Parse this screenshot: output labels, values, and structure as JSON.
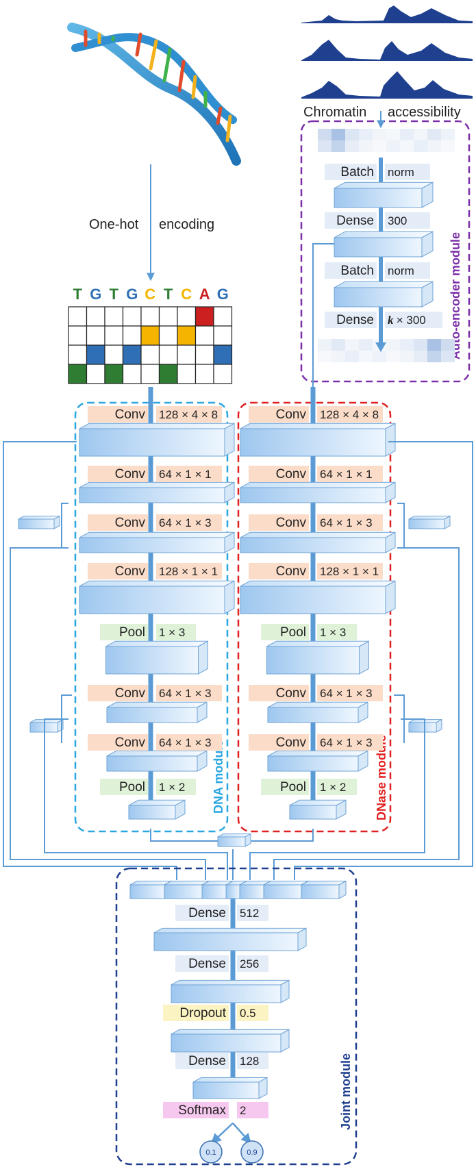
{
  "inputs": {
    "one_hot_label_left": "One-hot",
    "one_hot_label_right": "encoding",
    "sequence": [
      "T",
      "G",
      "T",
      "G",
      "C",
      "T",
      "C",
      "A",
      "G"
    ],
    "chromatin_left": "Chromatin",
    "chromatin_right": "accessibility"
  },
  "colors": {
    "T": "#2e7d32",
    "G": "#2e6fb5",
    "C": "#f5b400",
    "A": "#cc1f1f",
    "dna_border": "#2aa6e0",
    "dnase_border": "#e02020",
    "autoenc_border": "#7b2fa8",
    "joint_border": "#1f3f8f",
    "conv_bg": "#fbdcc8",
    "pool_bg": "#dff2d8",
    "dense_bg": "#e3ecf7",
    "dropout_bg": "#fcf3c2",
    "softmax_bg": "#f6c8ef",
    "arrow": "#5b9bd5"
  },
  "autoencoder": {
    "title": "Auto-encoder module",
    "layers": [
      {
        "a": "Batch",
        "b": "norm"
      },
      {
        "a": "Dense",
        "b": "300"
      },
      {
        "a": "Batch",
        "b": "norm"
      },
      {
        "a": "Dense",
        "b_italic": "k",
        "b": "× 300"
      }
    ]
  },
  "dna_module": {
    "title": "DNA  module",
    "layers": [
      {
        "kind": "conv",
        "a": "Conv",
        "b": "128 × 4 × 8"
      },
      {
        "kind": "conv",
        "a": "Conv",
        "b": "64 × 1 × 1"
      },
      {
        "kind": "conv",
        "a": "Conv",
        "b": "64 × 1 × 3"
      },
      {
        "kind": "conv",
        "a": "Conv",
        "b": "128 × 1 × 1"
      },
      {
        "kind": "pool",
        "a": "Pool",
        "b": "1 × 3"
      },
      {
        "kind": "conv",
        "a": "Conv",
        "b": "64 × 1 × 3"
      },
      {
        "kind": "conv",
        "a": "Conv",
        "b": "64 × 1 × 3"
      },
      {
        "kind": "pool",
        "a": "Pool",
        "b": "1 × 2"
      }
    ]
  },
  "dnase_module": {
    "title": "DNase  module",
    "layers": [
      {
        "kind": "conv",
        "a": "Conv",
        "b": "128 × 4 × 8"
      },
      {
        "kind": "conv",
        "a": "Conv",
        "b": "64 × 1 × 1"
      },
      {
        "kind": "conv",
        "a": "Conv",
        "b": "64 × 1 × 3"
      },
      {
        "kind": "conv",
        "a": "Conv",
        "b": "128 × 1 × 1"
      },
      {
        "kind": "pool",
        "a": "Pool",
        "b": "1 × 3"
      },
      {
        "kind": "conv",
        "a": "Conv",
        "b": "64 × 1 × 3"
      },
      {
        "kind": "conv",
        "a": "Conv",
        "b": "64 × 1 × 3"
      },
      {
        "kind": "pool",
        "a": "Pool",
        "b": "1 × 2"
      }
    ]
  },
  "joint_module": {
    "title": "Joint  module",
    "layers": [
      {
        "kind": "dense",
        "a": "Dense",
        "b": "512"
      },
      {
        "kind": "dense",
        "a": "Dense",
        "b": "256"
      },
      {
        "kind": "dropout",
        "a": "Dropout",
        "b": "0.5"
      },
      {
        "kind": "dense",
        "a": "Dense",
        "b": "128"
      },
      {
        "kind": "softmax",
        "a": "Softmax",
        "b": "2"
      }
    ],
    "outputs": [
      "0.1",
      "0.9"
    ]
  }
}
